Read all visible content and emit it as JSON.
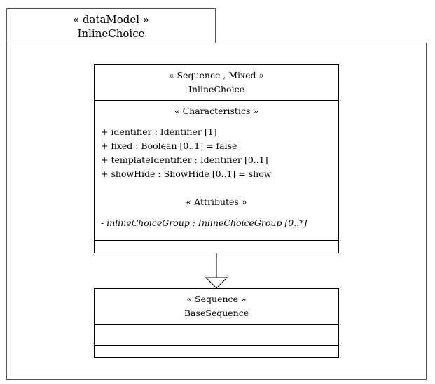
{
  "frame": {
    "stereotype": "« dataModel »",
    "name": "InlineChoice"
  },
  "main_class": {
    "stereotype": "« Sequence , Mixed »",
    "name": "InlineChoice",
    "characteristics_header": "« Characteristics »",
    "characteristics": [
      "+ identifier : Identifier [1]",
      "+ fixed : Boolean [0..1] = false",
      "+ templateIdentifier : Identifier [0..1]",
      "+ showHide : ShowHide [0..1] = show"
    ],
    "attributes_header": "« Attributes »",
    "attributes": [
      "- inlineChoiceGroup : InlineChoiceGroup [0..*]"
    ]
  },
  "base_class": {
    "stereotype": "« Sequence »",
    "name": "BaseSequence"
  },
  "relationship": {
    "type": "generalization",
    "from": "InlineChoice",
    "to": "BaseSequence"
  }
}
